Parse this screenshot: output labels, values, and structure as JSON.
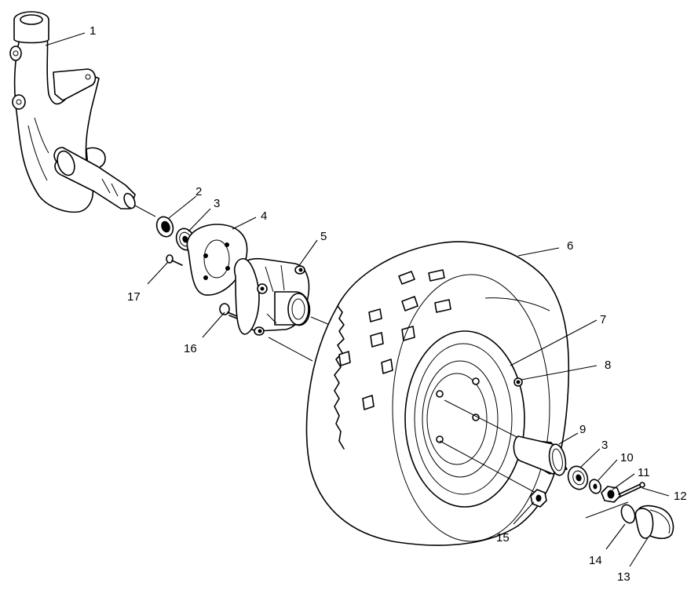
{
  "callouts": [
    "1",
    "2",
    "3",
    "4",
    "5",
    "6",
    "7",
    "8",
    "9",
    "3",
    "10",
    "11",
    "12",
    "14",
    "13",
    "15",
    "16",
    "17"
  ]
}
